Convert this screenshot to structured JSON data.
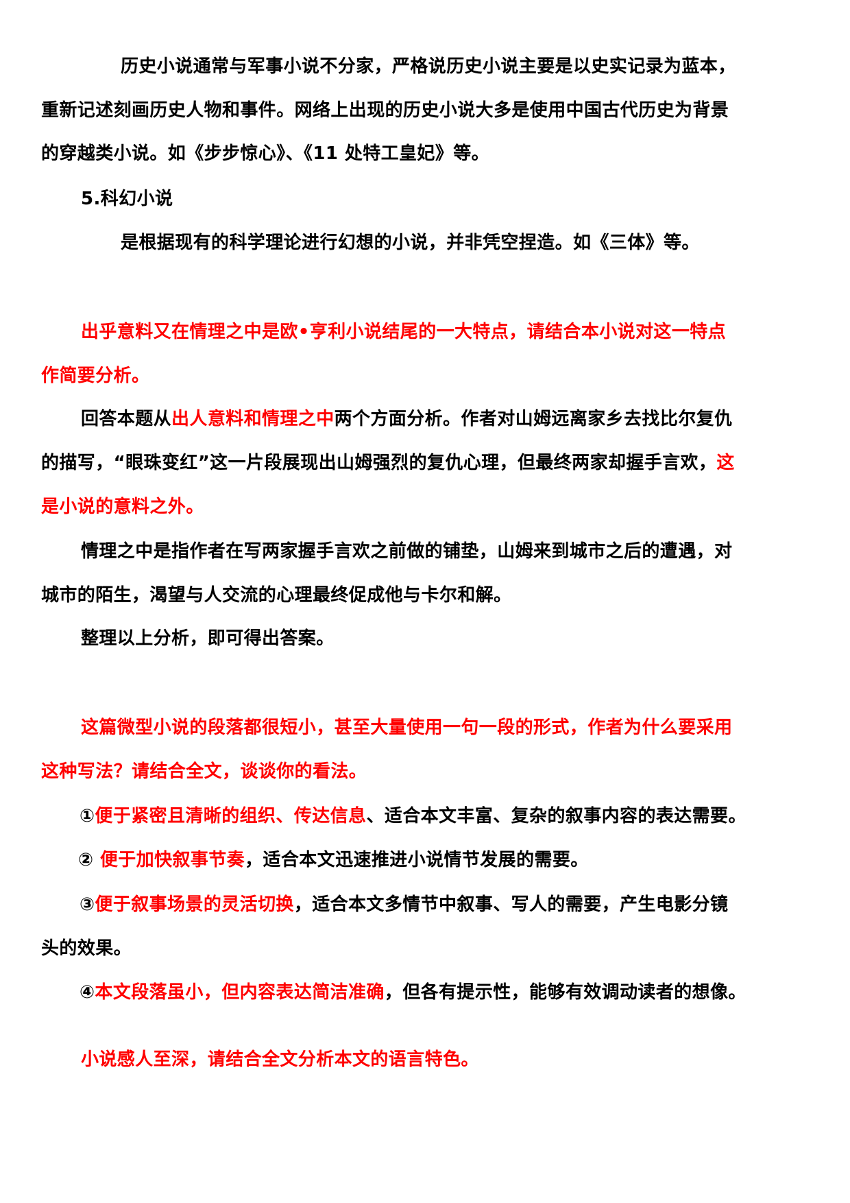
{
  "colors": {
    "text": "#000000",
    "highlight": "#ff0000",
    "background": "#ffffff"
  },
  "section_history": {
    "lines": [
      "历史小说通常与军事小说不分家，严格说历史小说主要是以史实记录为蓝本，",
      "重新记述刻画历史人物和事件。网络上出现的历史小说大多是使用中国古代历史为背景",
      "的穿越类小说。如《步步惊心》、《11 处特工皇妃》等。"
    ]
  },
  "section_scifi": {
    "heading": "5.科幻小说",
    "body": "是根据现有的科学理论进行幻想的小说，并非凭空捏造。如《三体》等。"
  },
  "question1": {
    "lines": [
      "出乎意料又在情理之中是欧•亨利小说结尾的一大特点，请结合本小说对这一特点",
      "作简要分析。"
    ],
    "answer": {
      "p1_a": "回答本题从",
      "p1_b": "出人意料和情理之中",
      "p1_c": "两个方面分析。作者对山姆远离家乡去找比尔复仇",
      "p1_line2_a": "的描写，“眼珠变红”这一片段展现出山姆强烈的复仇心理，但最终两家却握手言欢，",
      "p1_line2_b": "这",
      "p1_line3": "是小说的意料之外。",
      "p2_line1": "情理之中是指作者在写两家握手言欢之前做的铺垫，山姆来到城市之后的遭遇，对",
      "p2_line2": "城市的陌生，渴望与人交流的心理最终促成他与卡尔和解。",
      "p3": "整理以上分析，即可得出答案。"
    }
  },
  "question2": {
    "lines": [
      "这篇微型小说的段落都很短小，甚至大量使用一句一段的形式，作者为什么要采用",
      "这种写法？请结合全文，谈谈你的看法。"
    ],
    "answers": [
      {
        "num": "①",
        "red": "便于紧密且清晰的组织、传达信息",
        "black": "、适合本文丰富、复杂的叙事内容的表达需要。"
      },
      {
        "num": "② ",
        "red": "便于加快叙事节奏",
        "black": "，适合本文迅速推进小说情节发展的需要。"
      },
      {
        "num": "③",
        "red": "便于叙事场景的灵活切换",
        "black": "，适合本文多情节中叙事、写人的需要，产生电影分镜",
        "cont": "头的效果。"
      },
      {
        "num": "④",
        "red": "本文段落虽小，但内容表达简洁准确",
        "black": "，但各有提示性，能够有效调动读者的想像。"
      }
    ]
  },
  "question3": {
    "text": "小说感人至深，请结合全文分析本文的语言特色。"
  }
}
